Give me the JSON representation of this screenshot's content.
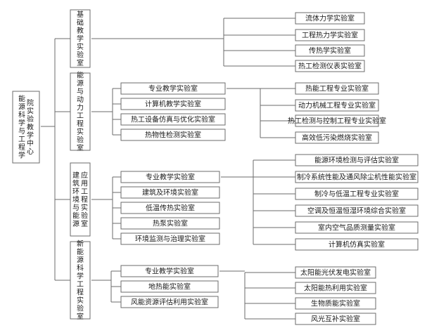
{
  "root": {
    "label": "能源科学与工程学院实验教学中心"
  },
  "branches": [
    {
      "label": "基础教学实验室",
      "labs": [
        "流体力学实验室",
        "工程热力学实验室",
        "传热学实验室",
        "热工检测仪表实验室"
      ]
    },
    {
      "label": "能源与动力工程实验室",
      "subs": [
        "专业教学实验室",
        "计算机教学实验室",
        "热工设备仿真与优化实验室",
        "热物性检测实验室"
      ],
      "labs": [
        "热能工程专业实验室",
        "动力机械工程专业实验室",
        "热工检测与控制工程专业实验室",
        "高效低污染燃烧实验室"
      ]
    },
    {
      "label": "建筑环境与能源应用工程实验室",
      "subs": [
        "专业教学实验室",
        "建筑及环境实验室",
        "低温传热实验室",
        "热泵实验室",
        "环境监测与治理实验室"
      ],
      "labs": [
        "能源环境检测与评估实验室",
        "制冷系统性能及通风除尘机性能实验室",
        "制冷与低温工程专业实验室",
        "空调及恒温恒湿环境综合实验室",
        "室内空气品质测量实验室",
        "计算机仿真实验室"
      ]
    },
    {
      "label": "新能源科学工程实验室",
      "subs": [
        "专业教学实验室",
        "地热能实验室",
        "风能资源评估利用实验室"
      ],
      "labs": [
        "太阳能光伏发电实验室",
        "太阳能热利用实验室",
        "生物质能实验室",
        "风光互补实验室"
      ]
    }
  ]
}
